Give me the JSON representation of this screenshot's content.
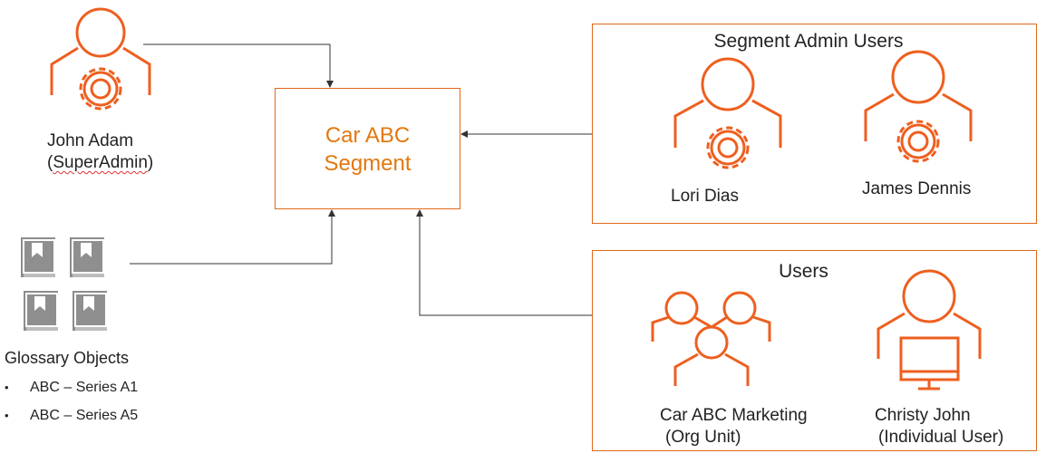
{
  "segment": {
    "line1": "Car ABC",
    "line2": "Segment"
  },
  "superadmin": {
    "name": "John Adam",
    "role_open": "(",
    "role": "SuperAdmin",
    "role_close": ")"
  },
  "glossary": {
    "title": "Glossary Objects",
    "items": [
      "ABC – Series A1",
      "ABC – Series A5"
    ]
  },
  "admin_group": {
    "title": "Segment Admin Users",
    "users": [
      "Lori Dias",
      "James Dennis"
    ]
  },
  "users_group": {
    "title": "Users",
    "org_unit": {
      "name": "Car ABC Marketing",
      "type": "(Org Unit)"
    },
    "individual": {
      "name": "Christy John",
      "type": "(Individual User)"
    }
  },
  "colors": {
    "accent": "#ee5f1f",
    "segment_text": "#e2780f",
    "book": "#8c8c8c",
    "connector": "#333333"
  },
  "icons": [
    "admin-gear-user-icon",
    "book-icon",
    "org-group-icon",
    "computer-user-icon"
  ]
}
